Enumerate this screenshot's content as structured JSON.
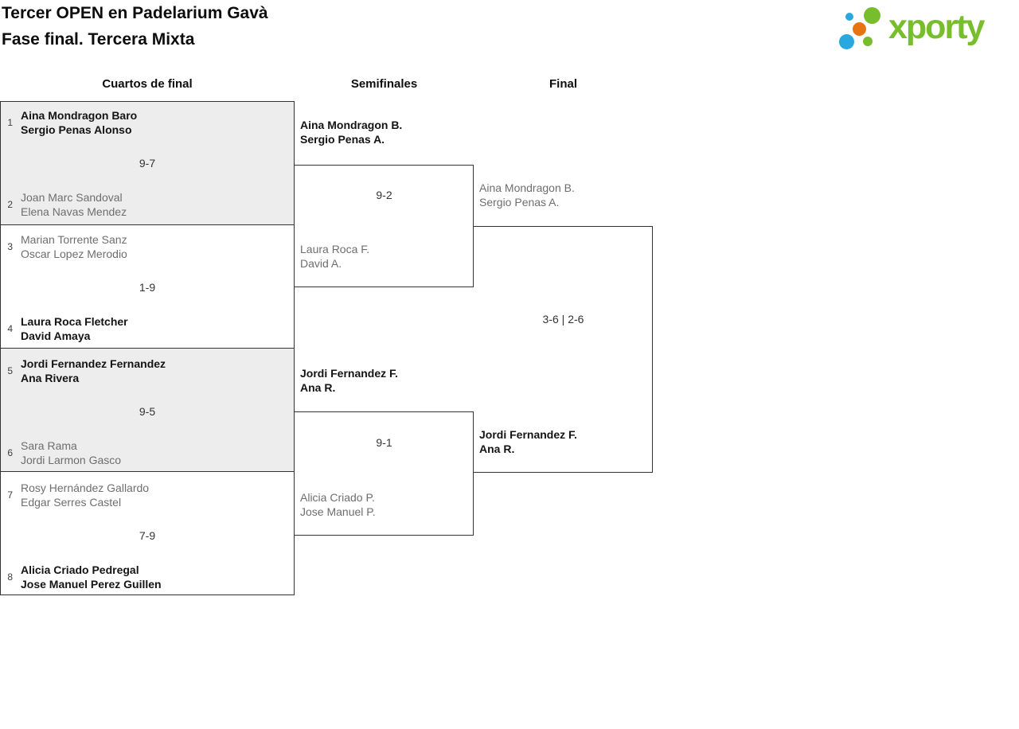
{
  "header": {
    "title_line1": "Tercer OPEN en Padelarium Gavà",
    "title_line2": "Fase final. Tercera Mixta"
  },
  "logo": {
    "brand": "xporty",
    "dot_colors": {
      "green": "#77bd2c",
      "blue": "#29a8e0",
      "orange": "#e87411"
    }
  },
  "columns": [
    {
      "label": "Cuartos de final"
    },
    {
      "label": "Semifinales"
    },
    {
      "label": "Final"
    }
  ],
  "colors": {
    "shade_fill": "#ededed",
    "border": "#333333",
    "winner_text": "#141414",
    "loser_text": "#6e6e6e",
    "brand_green": "#77bd2c",
    "brand_blue": "#29a8e0",
    "brand_orange": "#e87411"
  },
  "bracket": {
    "quarterfinals": [
      {
        "seed_top": "1",
        "team_top": [
          "Aina Mondragon Baro",
          "Sergio Penas Alonso"
        ],
        "score": "9-7",
        "seed_bottom": "2",
        "team_bottom": [
          "Joan Marc Sandoval",
          "Elena Navas Mendez"
        ],
        "winner": "top"
      },
      {
        "seed_top": "3",
        "team_top": [
          "Marian Torrente Sanz",
          "Oscar Lopez Merodio"
        ],
        "score": "1-9",
        "seed_bottom": "4",
        "team_bottom": [
          "Laura Roca Fletcher",
          "David Amaya"
        ],
        "winner": "bottom"
      },
      {
        "seed_top": "5",
        "team_top": [
          "Jordi Fernandez Fernandez",
          "Ana Rivera"
        ],
        "score": "9-5",
        "seed_bottom": "6",
        "team_bottom": [
          "Sara Rama",
          "Jordi Larmon Gasco"
        ],
        "winner": "top"
      },
      {
        "seed_top": "7",
        "team_top": [
          "Rosy Hernández Gallardo",
          "Edgar Serres Castel"
        ],
        "score": "7-9",
        "seed_bottom": "8",
        "team_bottom": [
          "Alicia Criado Pedregal",
          "Jose Manuel Perez Guillen"
        ],
        "winner": "bottom"
      }
    ],
    "semifinals": [
      {
        "team_top": [
          "Aina Mondragon B.",
          "Sergio Penas A."
        ],
        "score": "9-2",
        "team_bottom": [
          "Laura Roca F.",
          "David A."
        ],
        "winner": "top"
      },
      {
        "team_top": [
          "Jordi Fernandez F.",
          "Ana R."
        ],
        "score": "9-1",
        "team_bottom": [
          "Alicia Criado P.",
          "Jose Manuel P."
        ],
        "winner": "top"
      }
    ],
    "final": {
      "team_top": [
        "Aina Mondragon B.",
        "Sergio Penas A."
      ],
      "score": "3-6 | 2-6",
      "team_bottom": [
        "Jordi Fernandez F.",
        "Ana R."
      ],
      "winner": "bottom"
    }
  }
}
